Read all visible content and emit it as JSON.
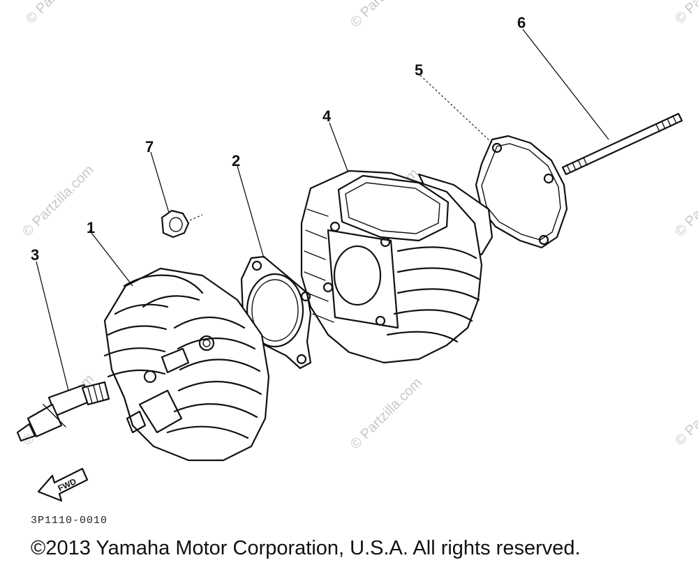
{
  "watermark_text": "© Partzilla.com",
  "part_numbers": [
    "1",
    "2",
    "3",
    "4",
    "5",
    "6",
    "7"
  ],
  "front_arrow_label": "FWD",
  "drawing_code": "3P1110-0010",
  "copyright": "©2013 Yamaha Motor Corporation, U.S.A. All rights reserved.",
  "colors": {
    "ink": "#111111",
    "watermark": "#c8c8c8",
    "background": "#ffffff"
  }
}
